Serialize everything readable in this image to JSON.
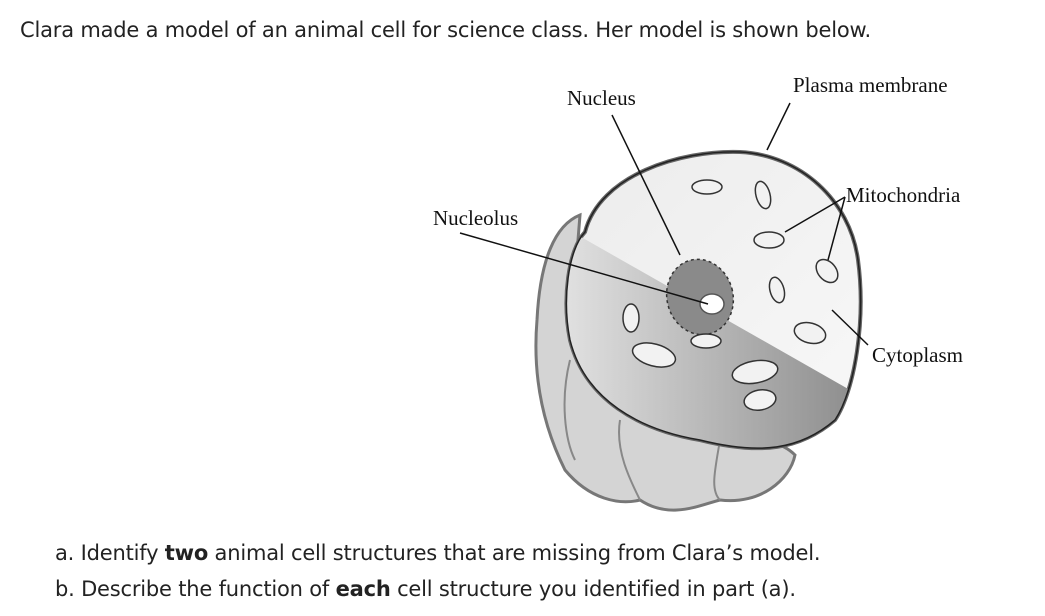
{
  "intro": "Clara made a model of an animal cell for science class. Her model is shown below.",
  "diagram": {
    "labels": {
      "nucleus": "Nucleus",
      "plasma_membrane": "Plasma membrane",
      "nucleolus": "Nucleolus",
      "mitochondria": "Mitochondria",
      "cytoplasm": "Cytoplasm"
    }
  },
  "questions": [
    {
      "prefix": "a. Identify ",
      "bold": "two",
      "suffix": " animal cell structures that are missing from Clara’s model."
    },
    {
      "prefix": "b. Describe the function of ",
      "bold": "each",
      "suffix": " cell structure you identified in part (a)."
    }
  ]
}
